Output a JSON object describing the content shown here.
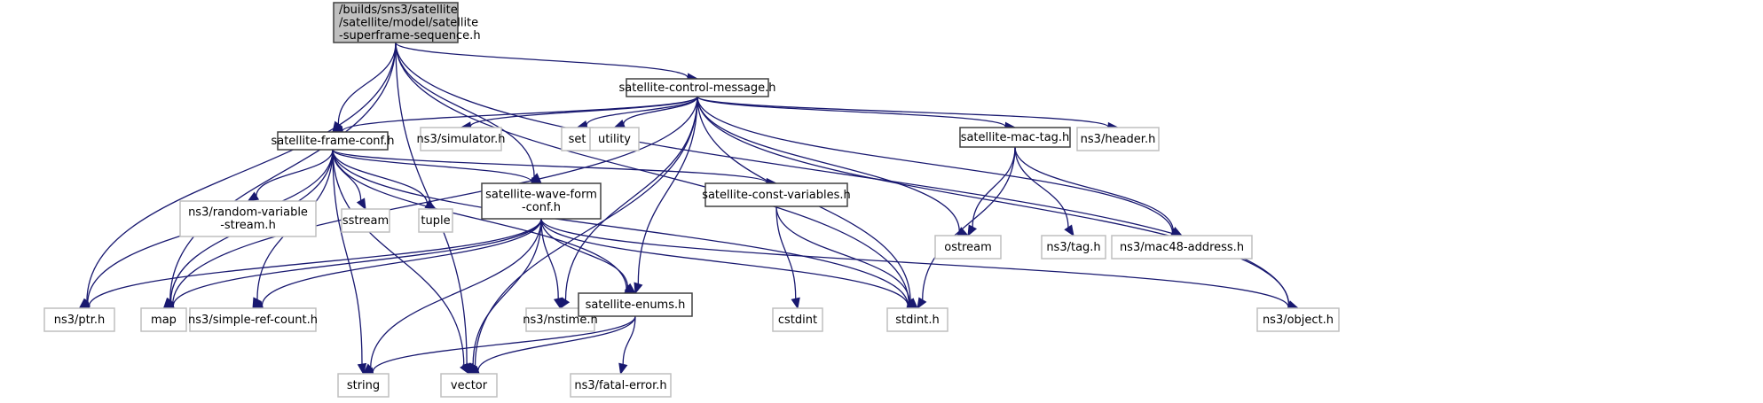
{
  "graph": {
    "title": "Include dependency graph for satellite-superframe-sequence.h",
    "colors": {
      "edge": "#191970",
      "root_fill": "#bfbfbf",
      "local_border": "#404040",
      "external_border": "#bfbfbf"
    },
    "nodes": [
      {
        "id": "root",
        "kind": "root",
        "lines": [
          "/builds/sns3/satellite",
          "/satellite/model/satellite",
          "-superframe-sequence.h"
        ]
      },
      {
        "id": "control-message",
        "kind": "local",
        "lines": [
          "satellite-control-message.h"
        ]
      },
      {
        "id": "frame-conf",
        "kind": "local",
        "lines": [
          "satellite-frame-conf.h"
        ]
      },
      {
        "id": "simulator",
        "kind": "external",
        "lines": [
          "ns3/simulator.h"
        ]
      },
      {
        "id": "set",
        "kind": "external",
        "lines": [
          "set"
        ]
      },
      {
        "id": "utility",
        "kind": "external",
        "lines": [
          "utility"
        ]
      },
      {
        "id": "mac-tag",
        "kind": "local",
        "lines": [
          "satellite-mac-tag.h"
        ]
      },
      {
        "id": "header",
        "kind": "external",
        "lines": [
          "ns3/header.h"
        ]
      },
      {
        "id": "random-variable",
        "kind": "external",
        "lines": [
          "ns3/random-variable",
          "-stream.h"
        ]
      },
      {
        "id": "sstream",
        "kind": "external",
        "lines": [
          "sstream"
        ]
      },
      {
        "id": "tuple",
        "kind": "external",
        "lines": [
          "tuple"
        ]
      },
      {
        "id": "wave-form-conf",
        "kind": "local",
        "lines": [
          "satellite-wave-form",
          "-conf.h"
        ]
      },
      {
        "id": "const-variables",
        "kind": "local",
        "lines": [
          "satellite-const-variables.h"
        ]
      },
      {
        "id": "ostream",
        "kind": "external",
        "lines": [
          "ostream"
        ]
      },
      {
        "id": "tag",
        "kind": "external",
        "lines": [
          "ns3/tag.h"
        ]
      },
      {
        "id": "mac48",
        "kind": "external",
        "lines": [
          "ns3/mac48-address.h"
        ]
      },
      {
        "id": "ptr",
        "kind": "external",
        "lines": [
          "ns3/ptr.h"
        ]
      },
      {
        "id": "map",
        "kind": "external",
        "lines": [
          "map"
        ]
      },
      {
        "id": "simple-ref-count",
        "kind": "external",
        "lines": [
          "ns3/simple-ref-count.h"
        ]
      },
      {
        "id": "nstime",
        "kind": "external",
        "lines": [
          "ns3/nstime.h"
        ]
      },
      {
        "id": "enums",
        "kind": "local",
        "lines": [
          "satellite-enums.h"
        ]
      },
      {
        "id": "cstdint",
        "kind": "external",
        "lines": [
          "cstdint"
        ]
      },
      {
        "id": "stdint",
        "kind": "external",
        "lines": [
          "stdint.h"
        ]
      },
      {
        "id": "object",
        "kind": "external",
        "lines": [
          "ns3/object.h"
        ]
      },
      {
        "id": "string",
        "kind": "external",
        "lines": [
          "string"
        ]
      },
      {
        "id": "vector",
        "kind": "external",
        "lines": [
          "vector"
        ]
      },
      {
        "id": "fatal-error",
        "kind": "external",
        "lines": [
          "ns3/fatal-error.h"
        ]
      }
    ],
    "edges": [
      [
        "root",
        "control-message"
      ],
      [
        "root",
        "frame-conf"
      ],
      [
        "root",
        "wave-form-conf"
      ],
      [
        "root",
        "ptr"
      ],
      [
        "root",
        "map"
      ],
      [
        "root",
        "vector"
      ],
      [
        "root",
        "object"
      ],
      [
        "root",
        "stdint"
      ],
      [
        "control-message",
        "frame-conf"
      ],
      [
        "control-message",
        "simulator"
      ],
      [
        "control-message",
        "set"
      ],
      [
        "control-message",
        "utility"
      ],
      [
        "control-message",
        "mac-tag"
      ],
      [
        "control-message",
        "header"
      ],
      [
        "control-message",
        "map"
      ],
      [
        "control-message",
        "nstime"
      ],
      [
        "control-message",
        "enums"
      ],
      [
        "control-message",
        "stdint"
      ],
      [
        "control-message",
        "ostream"
      ],
      [
        "control-message",
        "mac48"
      ],
      [
        "control-message",
        "object"
      ],
      [
        "control-message",
        "vector"
      ],
      [
        "frame-conf",
        "random-variable"
      ],
      [
        "frame-conf",
        "sstream"
      ],
      [
        "frame-conf",
        "tuple"
      ],
      [
        "frame-conf",
        "wave-form-conf"
      ],
      [
        "frame-conf",
        "const-variables"
      ],
      [
        "frame-conf",
        "ptr"
      ],
      [
        "frame-conf",
        "map"
      ],
      [
        "frame-conf",
        "simple-ref-count"
      ],
      [
        "frame-conf",
        "vector"
      ],
      [
        "frame-conf",
        "string"
      ],
      [
        "frame-conf",
        "enums"
      ],
      [
        "frame-conf",
        "stdint"
      ],
      [
        "mac-tag",
        "ostream"
      ],
      [
        "mac-tag",
        "tag"
      ],
      [
        "mac-tag",
        "mac48"
      ],
      [
        "mac-tag",
        "stdint"
      ],
      [
        "wave-form-conf",
        "ptr"
      ],
      [
        "wave-form-conf",
        "map"
      ],
      [
        "wave-form-conf",
        "simple-ref-count"
      ],
      [
        "wave-form-conf",
        "nstime"
      ],
      [
        "wave-form-conf",
        "enums"
      ],
      [
        "wave-form-conf",
        "string"
      ],
      [
        "wave-form-conf",
        "vector"
      ],
      [
        "wave-form-conf",
        "stdint"
      ],
      [
        "wave-form-conf",
        "object"
      ],
      [
        "const-variables",
        "cstdint"
      ],
      [
        "const-variables",
        "stdint"
      ],
      [
        "enums",
        "string"
      ],
      [
        "enums",
        "vector"
      ],
      [
        "enums",
        "fatal-error"
      ]
    ]
  }
}
